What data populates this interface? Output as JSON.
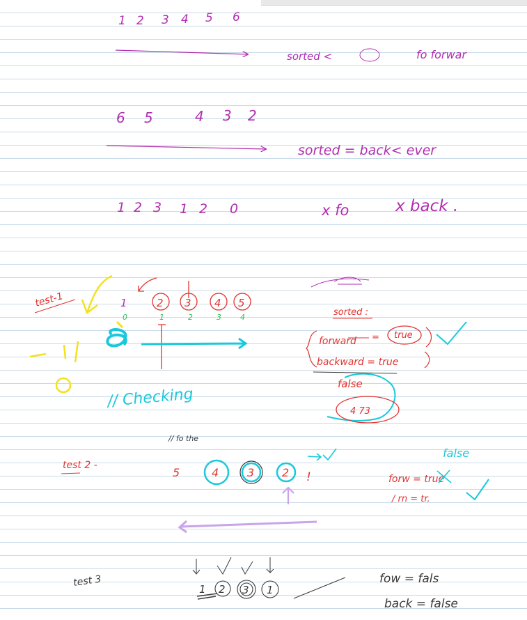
{
  "colors": {
    "purple": "#b02fb0",
    "red": "#e0342f",
    "cyan": "#19c9db",
    "yellow": "#f2e21d",
    "green": "#2cc05a",
    "lavender": "#c7a4ec",
    "black": "#3a3a3a"
  },
  "case1": {
    "digits": [
      "1",
      "2",
      "3",
      "4",
      "5",
      "6"
    ],
    "note": "sorted <",
    "note2": "fo forwar"
  },
  "case2": {
    "digits": [
      "6",
      "5",
      "4",
      "3",
      "2"
    ],
    "note": "sorted = back< ever"
  },
  "case3": {
    "digits": [
      "1",
      "2",
      "3",
      "1",
      "2",
      "0"
    ],
    "note1": "x fo",
    "note2": "x back ."
  },
  "test1": {
    "label": "test-1",
    "numbers": [
      "1",
      "2",
      "3",
      "4",
      "5"
    ],
    "indices": [
      "0",
      "1",
      "2",
      "3",
      "4"
    ],
    "checking": "// Checking",
    "sorted_label": "sorted :",
    "forward_label": "forward",
    "forward_value": "true",
    "backward_label": "backward = true",
    "false_label": "false",
    "oval_text": "4 73"
  },
  "test2": {
    "label": "test 2 -",
    "comment": "// fo the",
    "numbers": [
      "5",
      "4",
      "3",
      "2"
    ],
    "exclaim": "!",
    "forw_text": "forw = true",
    "false_word": "false",
    "second_line": "/ rn = tr."
  },
  "test3": {
    "label": "test 3",
    "numbers": [
      "1",
      "2",
      "3",
      "1"
    ],
    "line1": "fow = fals",
    "line2": "back = false"
  }
}
